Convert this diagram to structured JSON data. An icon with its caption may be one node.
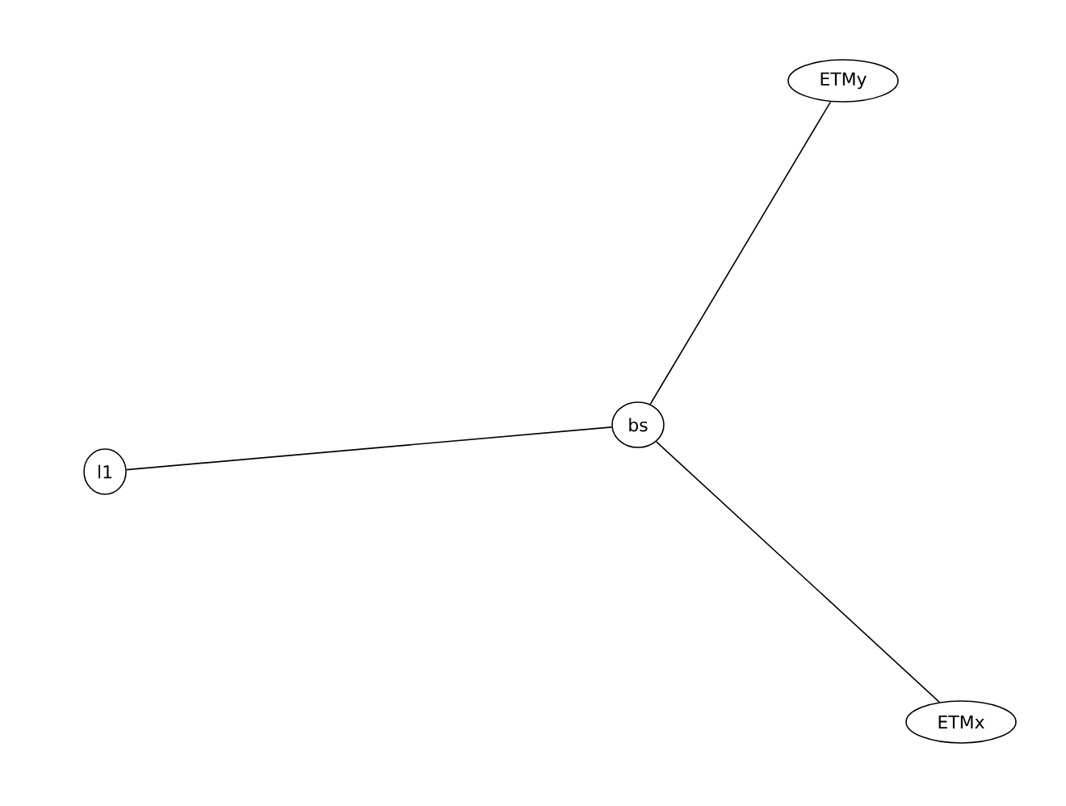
{
  "diagram": {
    "nodes": [
      {
        "text": [
          "ETMy"
        ]
      },
      {
        "text": [
          "bs"
        ]
      },
      {
        "text": [
          "l1"
        ]
      },
      {
        "text": [
          "ETMx"
        ]
      }
    ],
    "edges": [
      {
        "from": 1,
        "to": 0,
        "arrow": "none"
      },
      {
        "from": 2,
        "to": 1,
        "arrow": "none"
      },
      {
        "from": 1,
        "to": 3,
        "arrow": "none"
      }
    ]
  }
}
